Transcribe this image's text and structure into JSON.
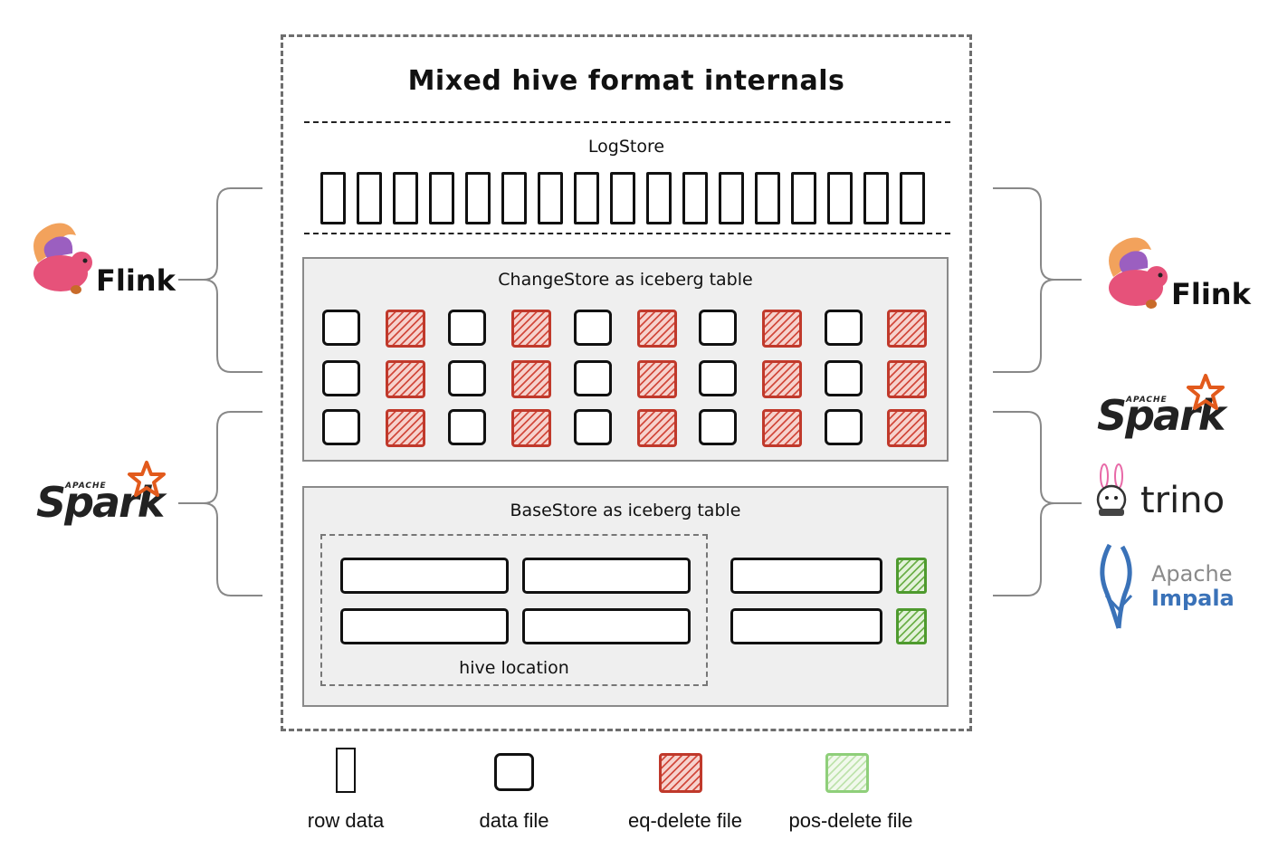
{
  "diagram": {
    "title": "Mixed hive format internals",
    "logstore_label": "LogStore",
    "log_cell_count": 17,
    "changestore_label": "ChangeStore as iceberg table",
    "changestore_grid": {
      "rows": 3,
      "pairs_per_row": 5
    },
    "basestore_label": "BaseStore as iceberg table",
    "hive_location_label": "hive location"
  },
  "engines": {
    "left": [
      {
        "name": "Flink",
        "icon": "flink-squirrel-icon"
      },
      {
        "name": "Spark",
        "apache": "APACHE",
        "icon": "spark-star-icon"
      }
    ],
    "right": [
      {
        "name": "Flink",
        "icon": "flink-squirrel-icon"
      },
      {
        "name": "Spark",
        "apache": "APACHE",
        "icon": "spark-star-icon"
      },
      {
        "name": "trino",
        "icon": "trino-bunny-icon"
      },
      {
        "name": "Impala",
        "apache": "Apache",
        "icon": "impala-antelope-icon"
      }
    ]
  },
  "legend": {
    "row_data": "row data",
    "data_file": "data file",
    "eq_delete_file": "eq-delete file",
    "pos_delete_file": "pos-delete file"
  },
  "colors": {
    "eq_delete": "#d24a3d",
    "pos_delete": "#6db04a",
    "store_bg": "#efefef",
    "flink_pink": "#e6527a",
    "spark_orange": "#e25a1c",
    "impala_blue": "#3a72b8"
  }
}
